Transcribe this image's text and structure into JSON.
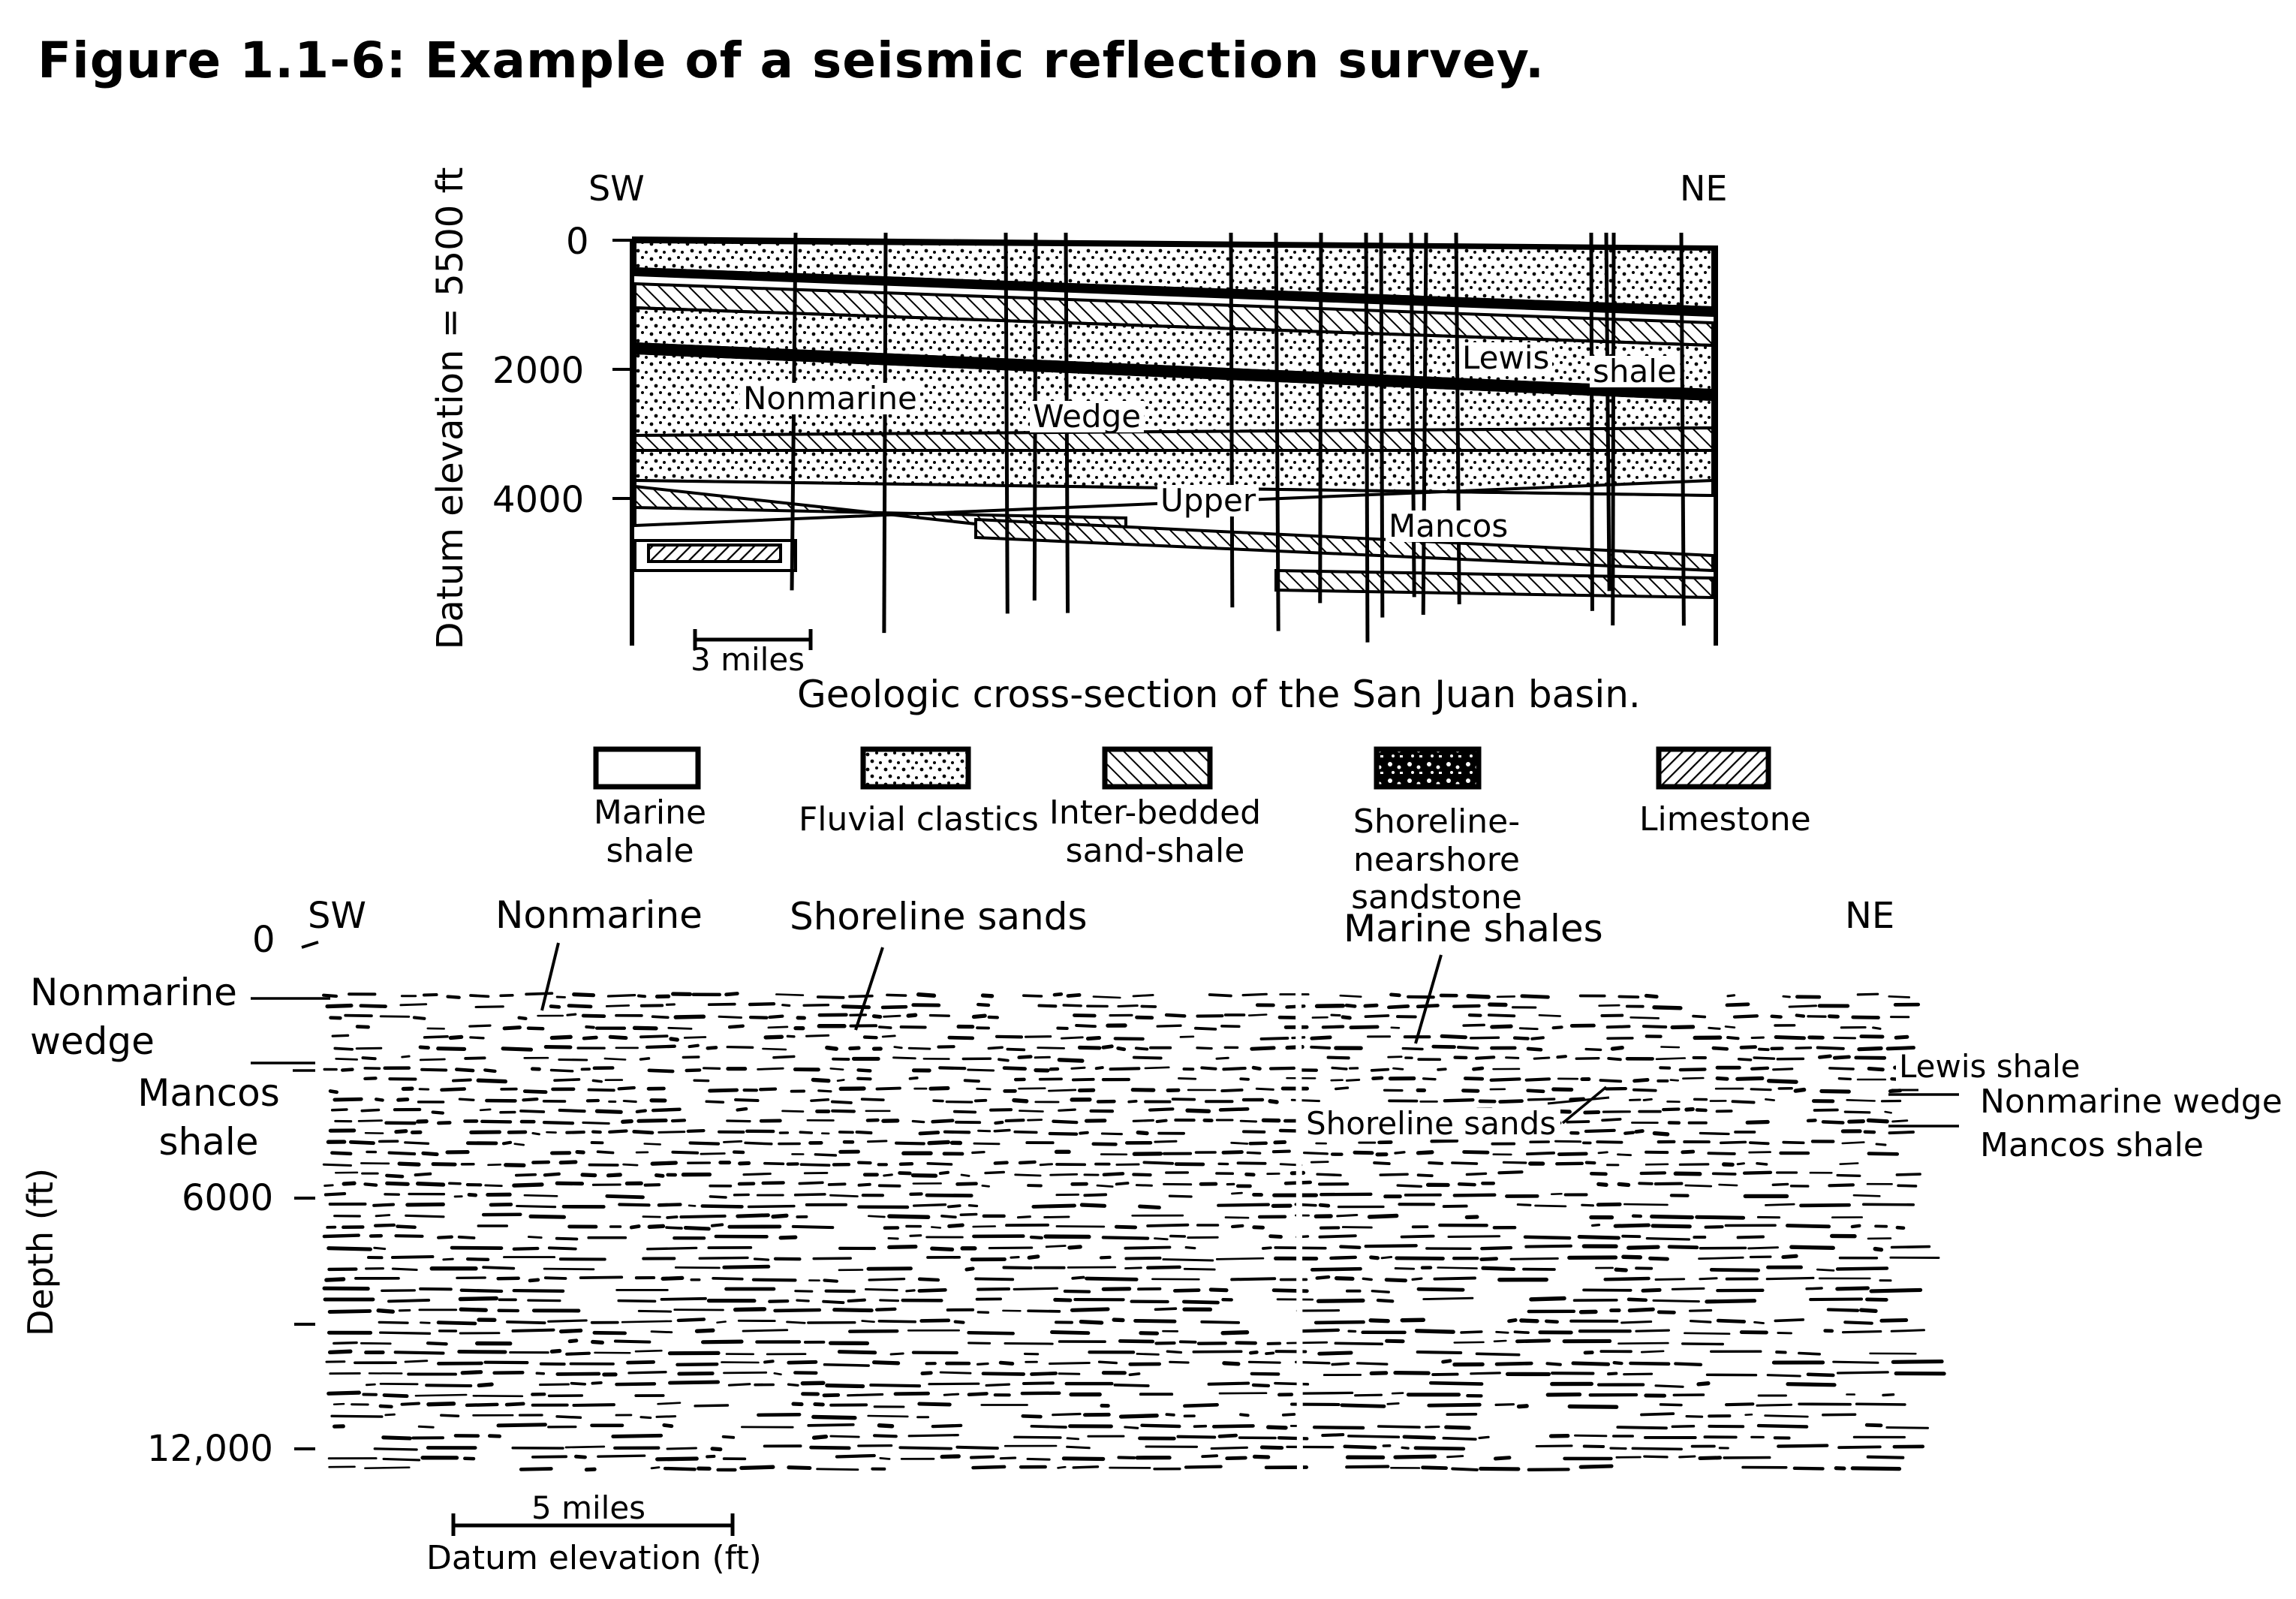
{
  "title": "Figure 1.1-6: Example of a seismic reflection survey.",
  "cross_section": {
    "sw": "SW",
    "ne": "NE",
    "y_axis_label": "Datum elevation = 5500 ft",
    "y_ticks": [
      "0",
      "2000",
      "4000"
    ],
    "scale_label": "3 miles",
    "caption": "Geologic cross-section of the San Juan basin.",
    "units": {
      "nonmarine": "Nonmarine",
      "wedge": "Wedge",
      "upper": "Upper",
      "mancos": "Mancos",
      "lewis": "Lewis",
      "shale": "shale"
    }
  },
  "legend": [
    {
      "label": "Marine shale",
      "pattern": "marine-shale"
    },
    {
      "label": "Fluvial clastics",
      "pattern": "fluvial-clastics"
    },
    {
      "label": "Inter-bedded sand-shale",
      "pattern": "interbedded-sand-shale"
    },
    {
      "label": "Shoreline-nearshore sandstone",
      "pattern": "shoreline-nearshore-sandstone"
    },
    {
      "label": "Limestone",
      "pattern": "limestone"
    }
  ],
  "seismic_section": {
    "sw": "SW",
    "ne": "NE",
    "y_axis_label": "Depth (ft)",
    "y_ticks": [
      "0",
      "6000",
      "12,000"
    ],
    "scale_label": "5 miles",
    "x_axis_label": "Datum elevation (ft)",
    "top_labels": {
      "nonmarine": "Nonmarine",
      "shoreline_sands": "Shoreline sands",
      "marine_shales": "Marine shales"
    },
    "left_labels": {
      "nonmarine_wedge": "Nonmarine wedge",
      "mancos_shale": "Mancos shale"
    },
    "inner_label": "Shoreline sands",
    "right_labels": {
      "lewis_shale": "Lewis shale",
      "nonmarine_wedge": "Nonmarine wedge",
      "mancos_shale": "Mancos shale"
    }
  }
}
